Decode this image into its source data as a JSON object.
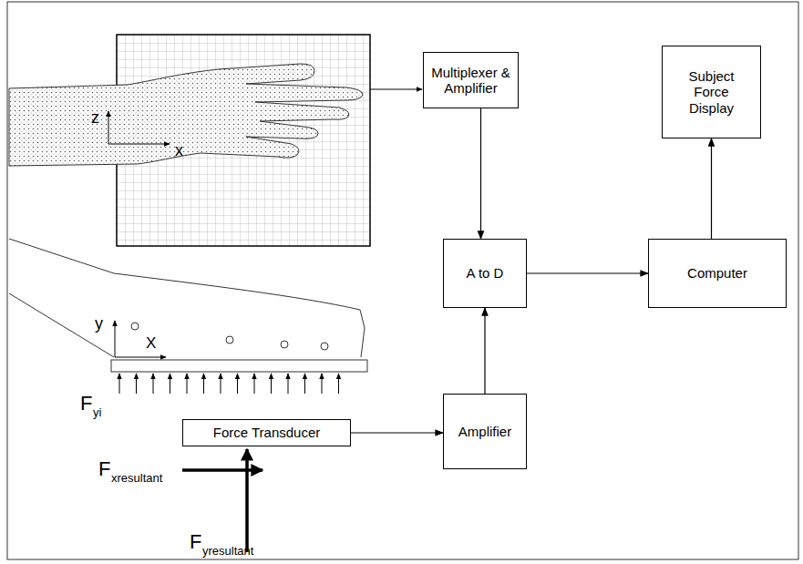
{
  "diagram": {
    "nodes": [
      {
        "text": [
          "Subject Force Display"
        ]
      },
      {
        "text": [
          "Multiplexer & Amplifier"
        ]
      },
      {
        "text": [
          "A to D"
        ]
      },
      {
        "text": [
          "Computer"
        ]
      },
      {
        "text": [
          "Force Transducer"
        ]
      },
      {
        "text": [
          "Amplifier"
        ]
      }
    ],
    "edges": [
      {
        "from": 1,
        "to": 2,
        "arrow": "to"
      },
      {
        "from": 5,
        "to": 2,
        "arrow": "to"
      },
      {
        "from": 2,
        "to": 3,
        "arrow": "to"
      },
      {
        "from": 3,
        "to": 0,
        "arrow": "to"
      },
      {
        "from": 4,
        "to": 5,
        "arrow": "to"
      }
    ],
    "labels": [
      "z",
      "x",
      "y",
      "X",
      "F",
      "yi",
      "F",
      "xresultant",
      "F",
      "yresultant"
    ]
  }
}
